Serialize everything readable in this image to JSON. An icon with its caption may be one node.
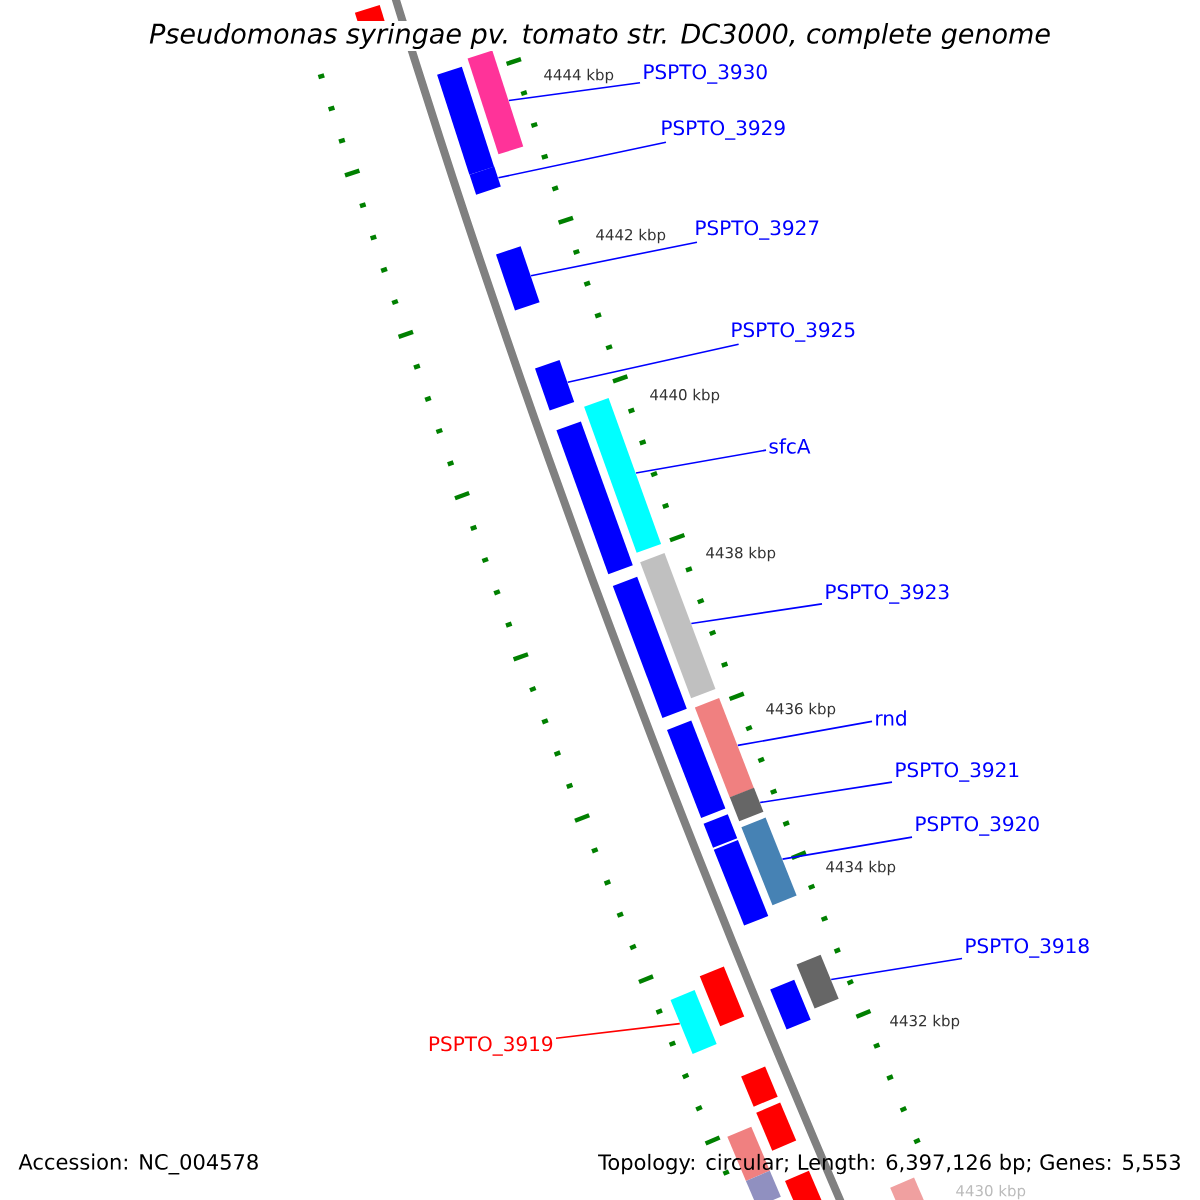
{
  "diagram": {
    "title": "Pseudomonas syringae pv. tomato str. DC3000, complete genome",
    "nodes": [
      {
        "text": [
          "PSPTO_3930"
        ]
      },
      {
        "text": [
          "PSPTO_3929"
        ]
      },
      {
        "text": [
          "PSPTO_3927"
        ]
      },
      {
        "text": [
          "PSPTO_3925"
        ]
      },
      {
        "text": [
          "sfcA"
        ]
      },
      {
        "text": [
          "PSPTO_3923"
        ]
      },
      {
        "text": [
          "rnd"
        ]
      },
      {
        "text": [
          "PSPTO_3921"
        ]
      },
      {
        "text": [
          "PSPTO_3920"
        ]
      },
      {
        "text": [
          "PSPTO_3918"
        ]
      },
      {
        "text": [
          "PSPTO_3919"
        ]
      },
      {
        "text": [],
        "shape": "bar"
      },
      {
        "text": [],
        "shape": "bar"
      },
      {
        "text": [],
        "shape": "bar"
      },
      {
        "text": [],
        "shape": "bar"
      },
      {
        "text": [],
        "shape": "bar"
      },
      {
        "text": [],
        "shape": "bar"
      },
      {
        "text": [],
        "shape": "bar"
      },
      {
        "text": [],
        "shape": "bar"
      },
      {
        "text": [],
        "shape": "bar"
      },
      {
        "text": [],
        "shape": "bar"
      },
      {
        "text": [],
        "shape": "bar"
      },
      {
        "text": [],
        "shape": "bar"
      },
      {
        "text": [],
        "shape": "bar"
      },
      {
        "text": [],
        "shape": "bar"
      },
      {
        "text": [],
        "shape": "bar"
      },
      {
        "text": [],
        "shape": "bar"
      },
      {
        "text": [],
        "shape": "bar"
      },
      {
        "text": [],
        "shape": "bar"
      },
      {
        "text": [],
        "shape": "bar"
      },
      {
        "text": [],
        "shape": "bar"
      },
      {
        "text": [],
        "shape": "bar"
      },
      {
        "text": [],
        "shape": "bar"
      },
      {
        "text": [],
        "shape": "bar"
      },
      {
        "text": [],
        "shape": "bar"
      },
      {
        "text": [],
        "shape": "bar"
      },
      {
        "text": [],
        "shape": "bar"
      }
    ],
    "edges": [
      {
        "from": 0,
        "to": 12,
        "arrow": "none"
      },
      {
        "from": 1,
        "to": 14,
        "arrow": "none"
      },
      {
        "from": 2,
        "to": 15,
        "arrow": "none"
      },
      {
        "from": 3,
        "to": 16,
        "arrow": "none"
      },
      {
        "from": 4,
        "to": 17,
        "arrow": "none"
      },
      {
        "from": 5,
        "to": 19,
        "arrow": "none"
      },
      {
        "from": 6,
        "to": 21,
        "arrow": "none"
      },
      {
        "from": 7,
        "to": 23,
        "arrow": "none"
      },
      {
        "from": 8,
        "to": 25,
        "arrow": "none"
      },
      {
        "from": 9,
        "to": 29,
        "arrow": "none"
      },
      {
        "from": 10,
        "to": 28,
        "arrow": "none",
        "color": "#ff0000"
      }
    ],
    "labels": [
      "4444 kbp",
      "4442 kbp",
      "4440 kbp",
      "4438 kbp",
      "4436 kbp",
      "4434 kbp",
      "4432 kbp",
      "4430 kbp",
      "Accession: NC_004578",
      "Topology: circular; Length: 6,397,126 bp; Genes: 5,553"
    ]
  }
}
